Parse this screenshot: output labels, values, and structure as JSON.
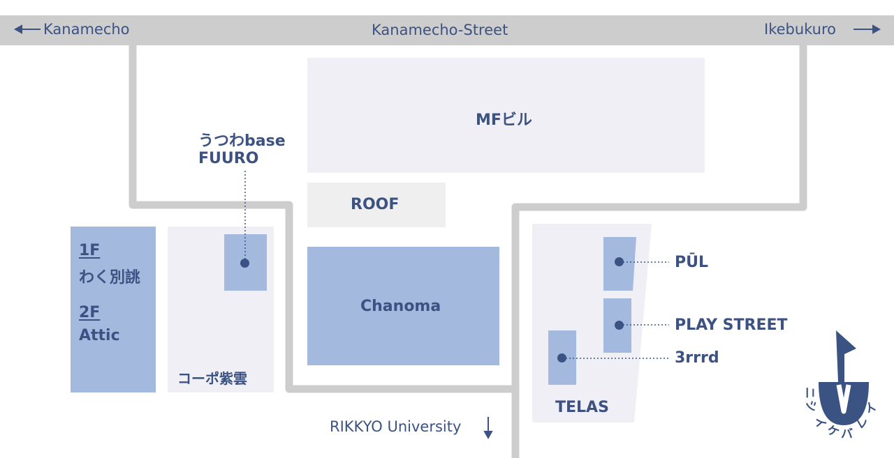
{
  "roads": {
    "left_label": "Kanamecho",
    "center_label": "Kanamecho-Street",
    "right_label": "Ikebukuro",
    "bottom_label": "RIKKYO University"
  },
  "buildings": {
    "mf": "MFビル",
    "roof": "ROOF",
    "chanoma": "Chanoma",
    "corpo": "コーポ紫雲",
    "telas": "TELAS"
  },
  "left_building": {
    "floor1": "1F",
    "floor1_name": "わく別誂",
    "floor2": "2F",
    "floor2_name": "Attic"
  },
  "shops": {
    "utsuwa_line1": "うつわbase",
    "utsuwa_line2": "FUURO",
    "pul": "PŪL",
    "play_street": "PLAY STREET",
    "3rrrd": "3rrrd"
  },
  "logo": {
    "text": "ニシイケバレイ"
  },
  "colors": {
    "road": "#cdcdcd",
    "building_light": "#efeff5",
    "building_blue": "#a3b9dd",
    "text": "#3c5282",
    "logo": "#3b5383"
  }
}
